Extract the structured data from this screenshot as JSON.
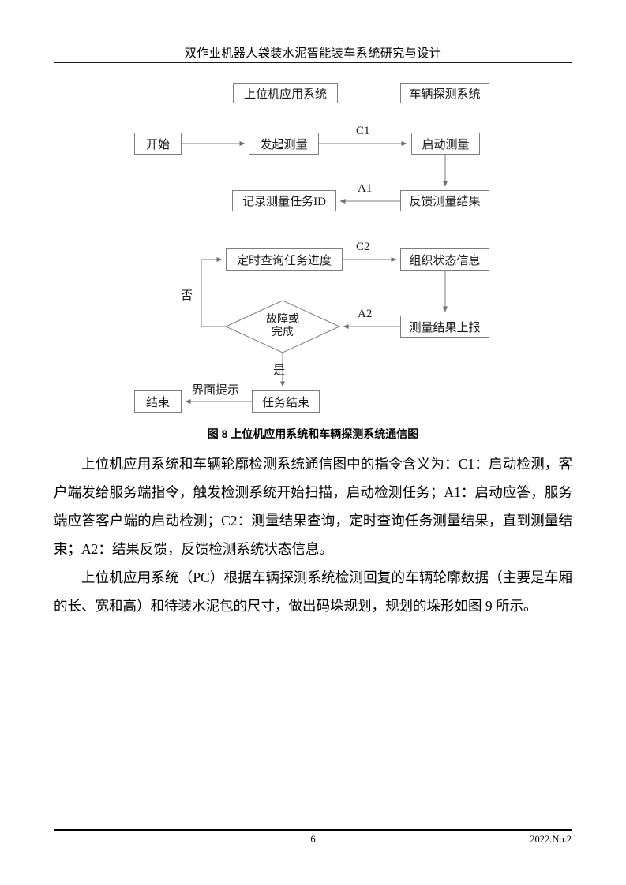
{
  "page": {
    "header_title": "双作业机器人袋装水泥智能装车系统研究与设计",
    "footer_page_number": "6",
    "footer_issue": "2022.No.2"
  },
  "figure": {
    "caption": "图 8 上位机应用系统和车辆探测系统通信图",
    "lanes": {
      "left_header": "上位机应用系统",
      "right_header": "车辆探测系统"
    },
    "nodes": {
      "start": "开始",
      "initiate_measure": "发起测量",
      "start_measure": "启动测量",
      "record_task_id": "记录测量任务ID",
      "feedback_result": "反馈测量结果",
      "poll_task_progress": "定时查询任务进度",
      "organize_status": "组织状态信息",
      "report_result": "测量结果上报",
      "fault_or_done": "故障或完成",
      "task_end": "任务结束",
      "end": "结束"
    },
    "edge_labels": {
      "c1": "C1",
      "a1": "A1",
      "c2": "C2",
      "a2": "A2",
      "no": "否",
      "yes": "是",
      "ui_prompt": "界面提示"
    }
  },
  "body": {
    "paragraph1": "上位机应用系统和车辆轮廓检测系统通信图中的指令含义为：C1：启动检测，客户端发给服务端指令，触发检测系统开始扫描，启动检测任务；A1：启动应答，服务端应答客户端的启动检测；C2：测量结果查询，定时查询任务测量结果，直到测量结束；A2：结果反馈，反馈检测系统状态信息。",
    "paragraph2": "上位机应用系统（PC）根据车辆探测系统检测回复的车辆轮廓数据（主要是车厢的长、宽和高）和待装水泥包的尺寸，做出码垛规划，规划的垛形如图 9 所示。"
  }
}
